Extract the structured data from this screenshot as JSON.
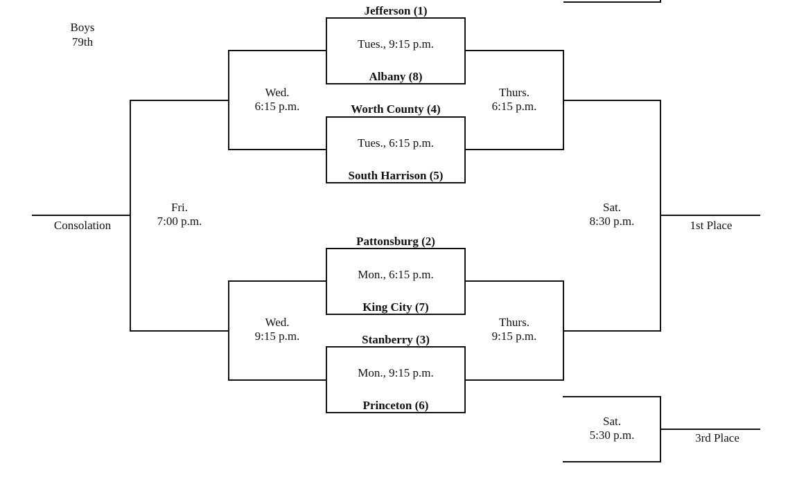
{
  "header": {
    "line1": "Boys",
    "line2": "79th"
  },
  "teams": {
    "jefferson": "Jefferson (1)",
    "albany": "Albany (8)",
    "worth_county": "Worth County (4)",
    "south_harrison": "South Harrison (5)",
    "pattonsburg": "Pattonsburg (2)",
    "king_city": "King City (7)",
    "stanberry": "Stanberry (3)",
    "princeton": "Princeton (6)"
  },
  "games": {
    "g1": "Tues., 9:15 p.m.",
    "g2": "Tues., 6:15 p.m.",
    "g3": "Mon., 6:15 p.m.",
    "g4": "Mon., 9:15 p.m.",
    "semi_top_left": {
      "day": "Wed.",
      "time": "6:15 p.m."
    },
    "semi_bot_left": {
      "day": "Wed.",
      "time": "9:15 p.m."
    },
    "semi_top_right": {
      "day": "Thurs.",
      "time": "6:15 p.m."
    },
    "semi_bot_right": {
      "day": "Thurs.",
      "time": "9:15 p.m."
    },
    "consolation_final": {
      "day": "Fri.",
      "time": "7:00 p.m."
    },
    "championship": {
      "day": "Sat.",
      "time": "8:30 p.m."
    },
    "third_place_game": {
      "day": "Sat.",
      "time": "5:30 p.m."
    }
  },
  "results": {
    "consolation": "Consolation",
    "first_place": "1st Place",
    "third_place": "3rd Place"
  }
}
